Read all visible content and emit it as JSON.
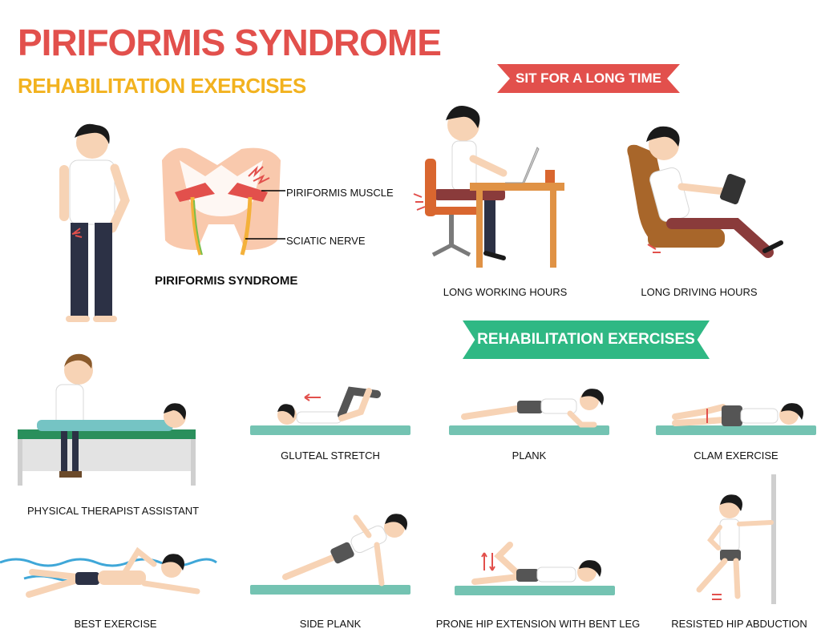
{
  "header": {
    "title": "PIRIFORMIS SYNDROME",
    "subtitle": "REHABILITATION EXERCISES"
  },
  "diagram": {
    "muscle_label": "PIRIFORMIS MUSCLE",
    "nerve_label": "SCIATIC NERVE",
    "caption": "PIRIFORMIS SYNDROME"
  },
  "causes": {
    "ribbon": "SIT FOR A LONG TIME",
    "working": "LONG WORKING HOURS",
    "driving": "LONG DRIVING HOURS"
  },
  "exercises": {
    "ribbon": "REHABILITATION EXERCISES",
    "therapist": "PHYSICAL THERAPIST ASSISTANT",
    "gluteal": "GLUTEAL STRETCH",
    "plank": "PLANK",
    "clam": "CLAM EXERCISE",
    "swim": "BEST EXERCISE",
    "side_plank": "SIDE PLANK",
    "prone": "PRONE HIP EXTENSION WITH BENT LEG",
    "abduction": "RESISTED HIP ABDUCTION"
  },
  "colors": {
    "title": "#e2504c",
    "subtitle": "#f2b21f",
    "red_ribbon": "#e2504c",
    "green_ribbon": "#2fb884",
    "mat": "#74c3b2",
    "muscle": "#e2504c",
    "nerve": "#f4b13a"
  }
}
